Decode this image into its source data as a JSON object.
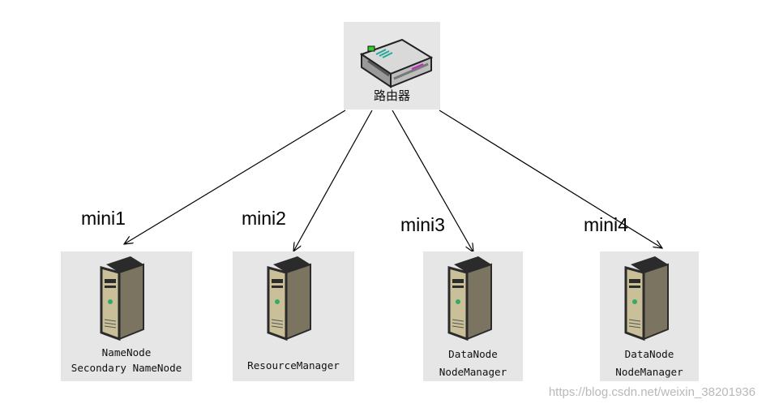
{
  "router": {
    "label": "路由器",
    "icon": "router-icon"
  },
  "nodes": [
    {
      "host": "mini1",
      "line1": "NameNode",
      "line2": "Secondary NameNode",
      "icon": "server-icon"
    },
    {
      "host": "mini2",
      "line1": "ResourceManager",
      "line2": "",
      "icon": "server-icon"
    },
    {
      "host": "mini3",
      "line1": "DataNode",
      "line2": "NodeManager",
      "icon": "server-icon"
    },
    {
      "host": "mini4",
      "line1": "DataNode",
      "line2": "NodeManager",
      "icon": "server-icon"
    }
  ],
  "watermark": "https://blog.csdn.net/weixin_38201936",
  "colors": {
    "tile": "#e6e6e6",
    "server_body": "#c9c09a",
    "server_dark": "#2b2b2b",
    "arrow": "#000000"
  }
}
